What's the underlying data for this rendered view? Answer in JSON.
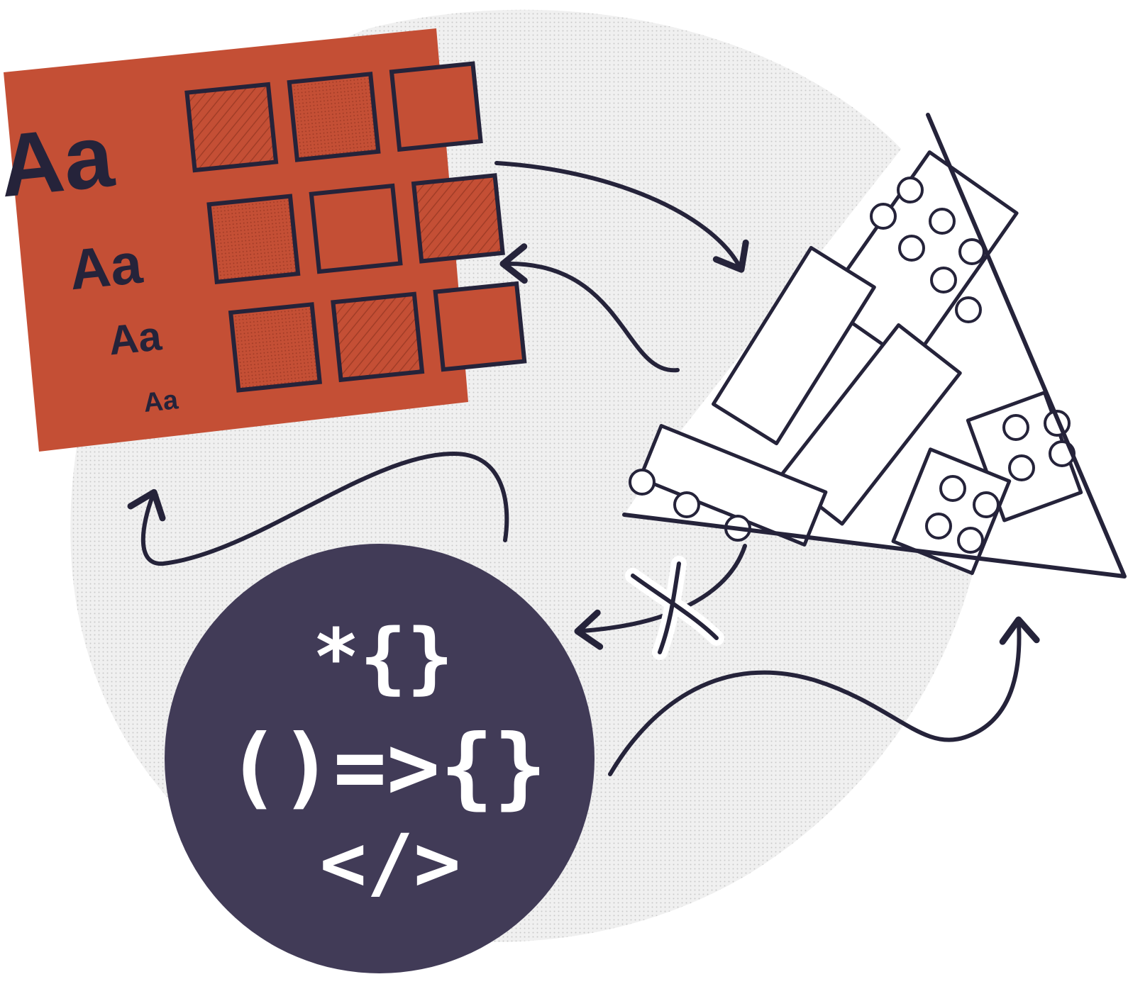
{
  "colors": {
    "ink": "#25233a",
    "type_panel_fill": "#c44f35",
    "code_circle_fill": "#413b57",
    "background_blob": "#e6e6e6",
    "code_text": "#ffffff"
  },
  "type_panel": {
    "specimens": [
      "Aa",
      "Aa",
      "Aa",
      "Aa"
    ],
    "swatch_rows": [
      [
        "hatched",
        "dotted",
        "plain"
      ],
      [
        "dotted",
        "plain",
        "hatched"
      ],
      [
        "dotted",
        "hatched",
        "plain"
      ]
    ]
  },
  "code_circle": {
    "lines": [
      "*{}",
      "()=>{}",
      "</>"
    ]
  },
  "icons": [
    "arrow-icon",
    "crossed-arrow-icon",
    "component-triangle-icon"
  ]
}
